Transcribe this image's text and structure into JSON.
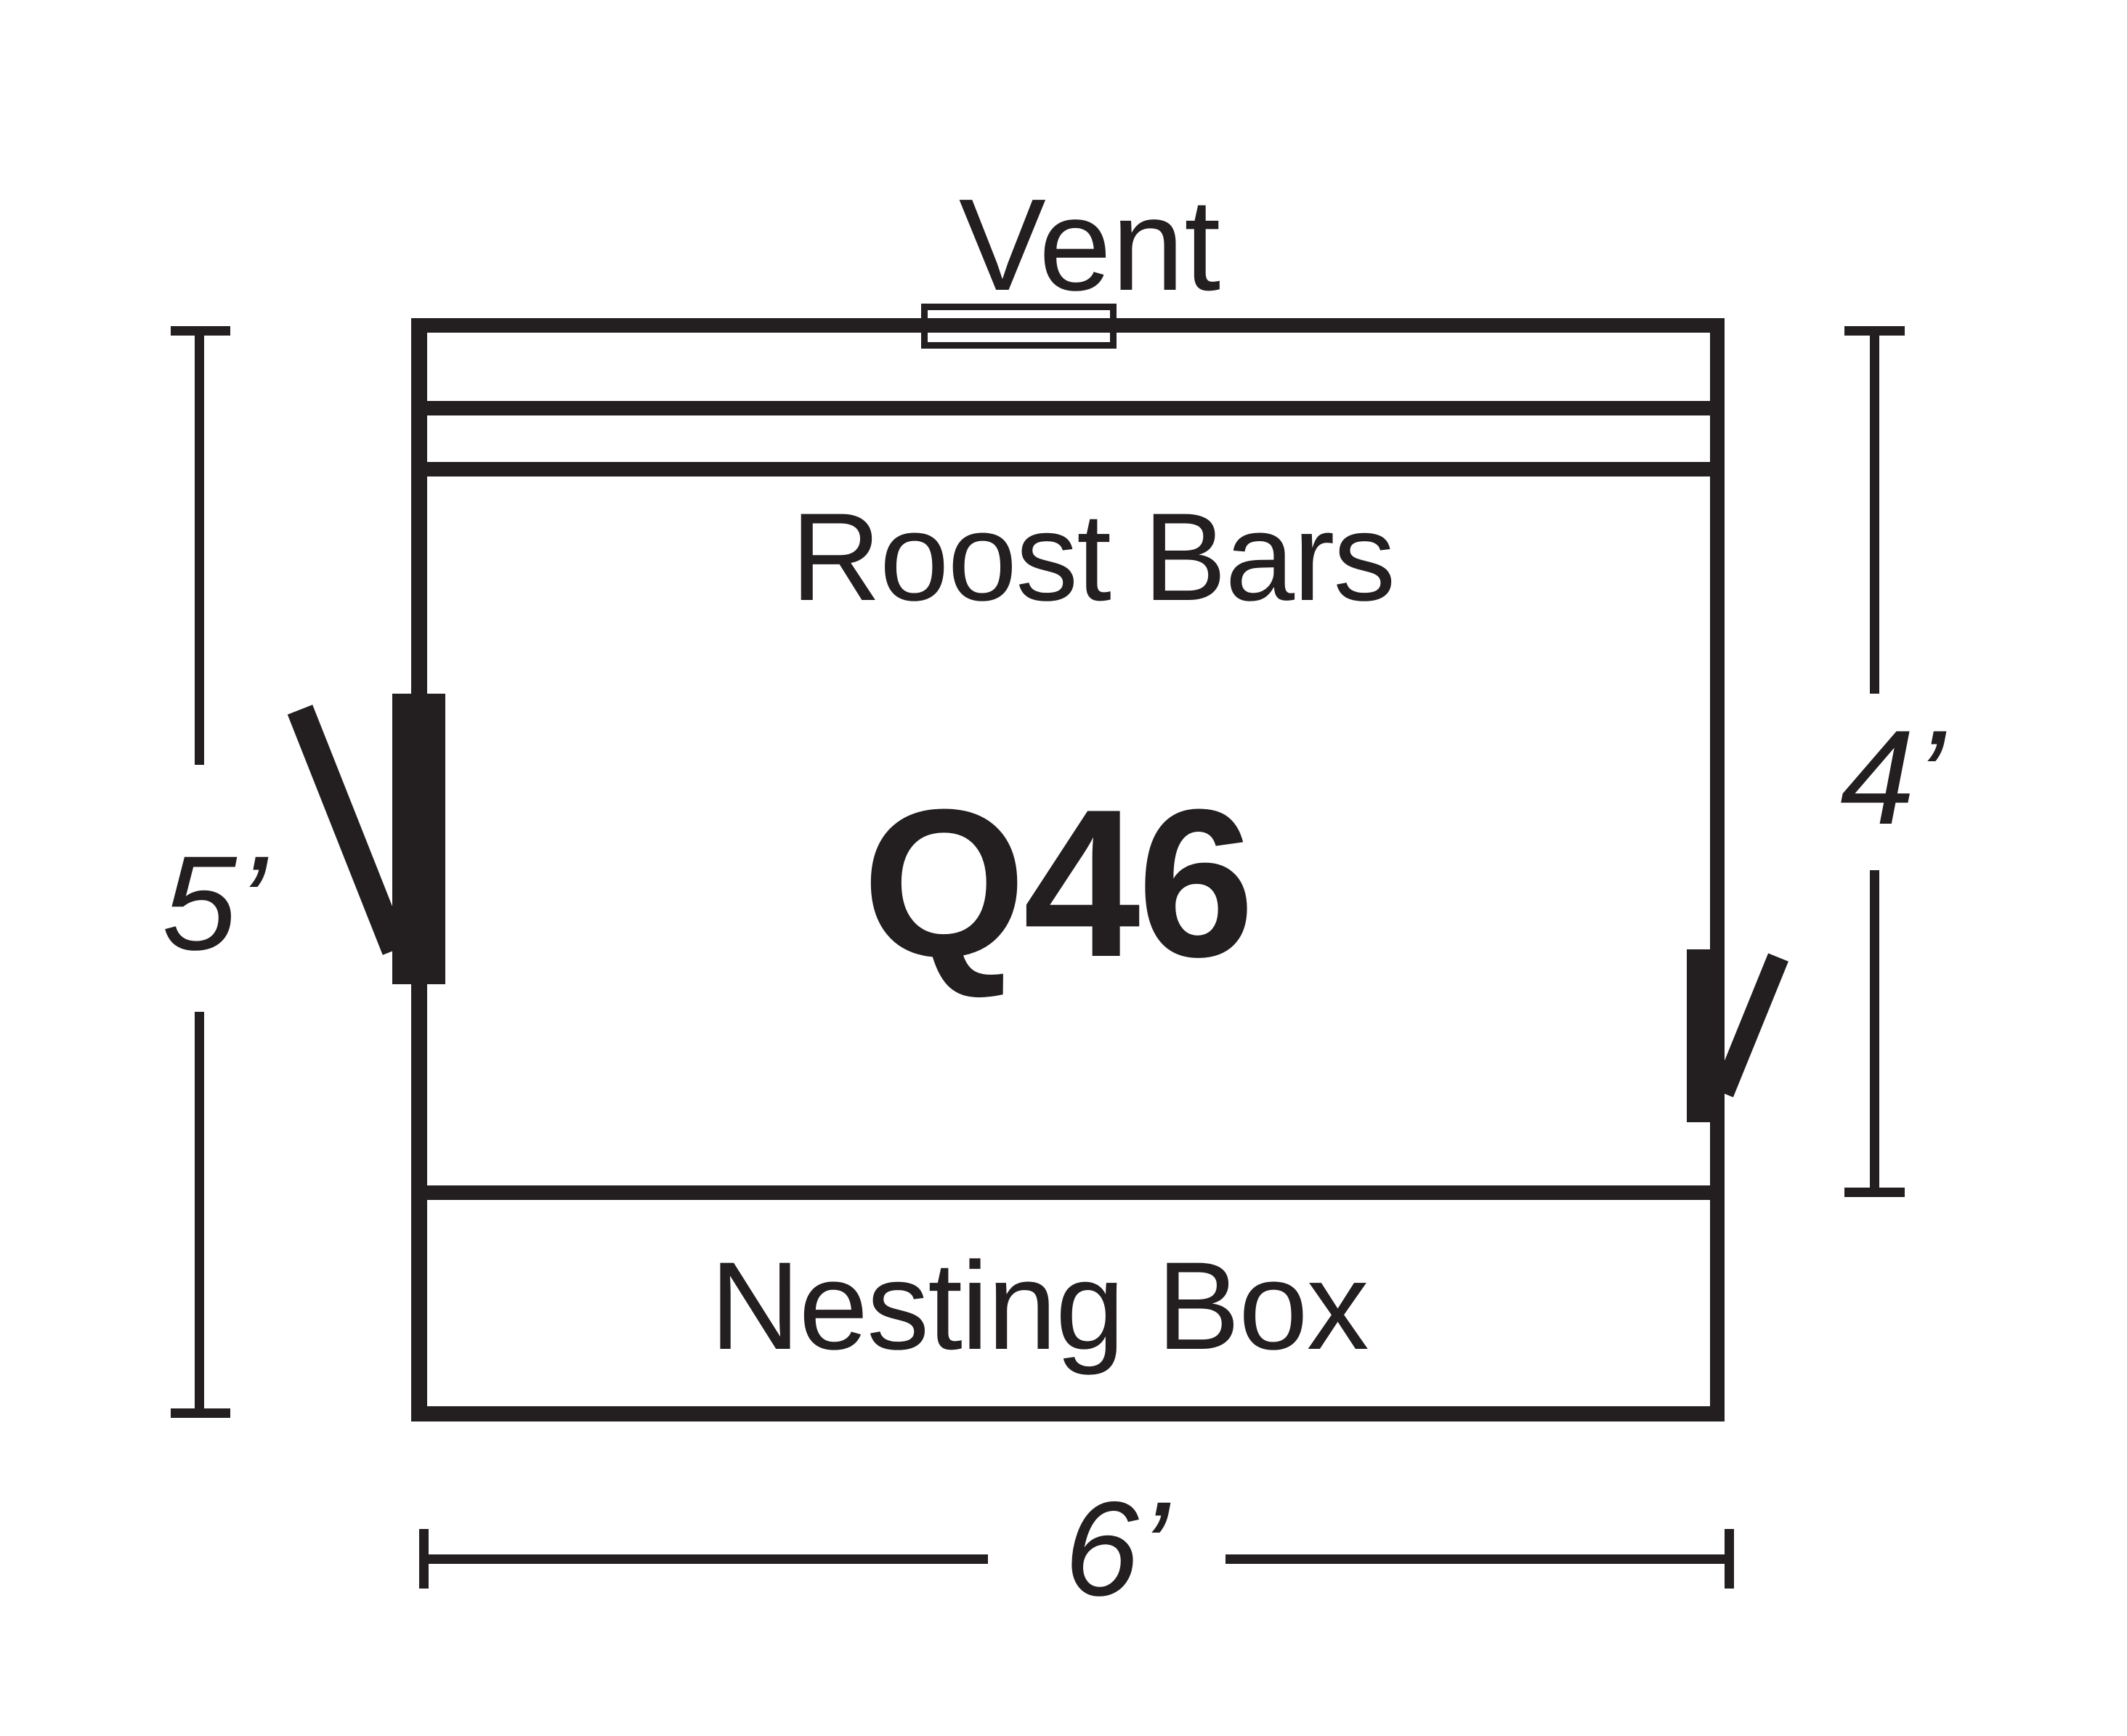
{
  "diagram": {
    "background": "#ffffff",
    "ink_color": "#231f20",
    "labels": {
      "vent": "Vent",
      "roost_bars": "Roost Bars",
      "model": "Q46",
      "nesting_box": "Nesting Box"
    },
    "dimensions": {
      "left_height": "5’",
      "right_height": "4’",
      "bottom_width": "6’"
    }
  }
}
